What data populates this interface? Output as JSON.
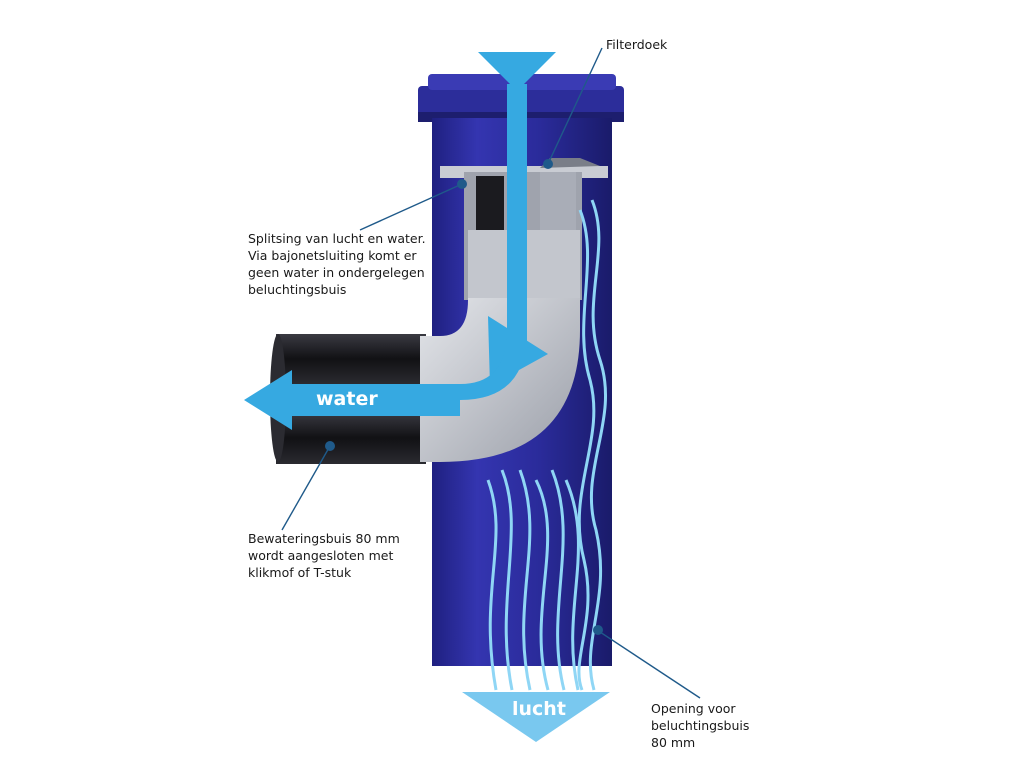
{
  "labels": {
    "filterdoek": [
      "Filterdoek"
    ],
    "splitsing": [
      "Splitsing van lucht en water.",
      "Via bajonetsluiting komt er",
      "geen water in ondergelegen",
      "beluchtingsbuis"
    ],
    "bewatering": [
      "Bewateringsbuis 80 mm",
      "wordt aangesloten met",
      "klikmof of T-stuk"
    ],
    "opening": [
      "Opening voor",
      "beluchtingsbuis",
      "80 mm"
    ]
  },
  "arrows": {
    "water": "water",
    "lucht": "lucht"
  },
  "colors": {
    "pipe_blue": "#2e2f9e",
    "pipe_dark": "#1d1e6e",
    "flow_blue": "#36a9e1",
    "grey_fitting": "#b9bcc4",
    "black_pipe": "#1b1b1f",
    "callout_line": "#1f5a8a"
  }
}
